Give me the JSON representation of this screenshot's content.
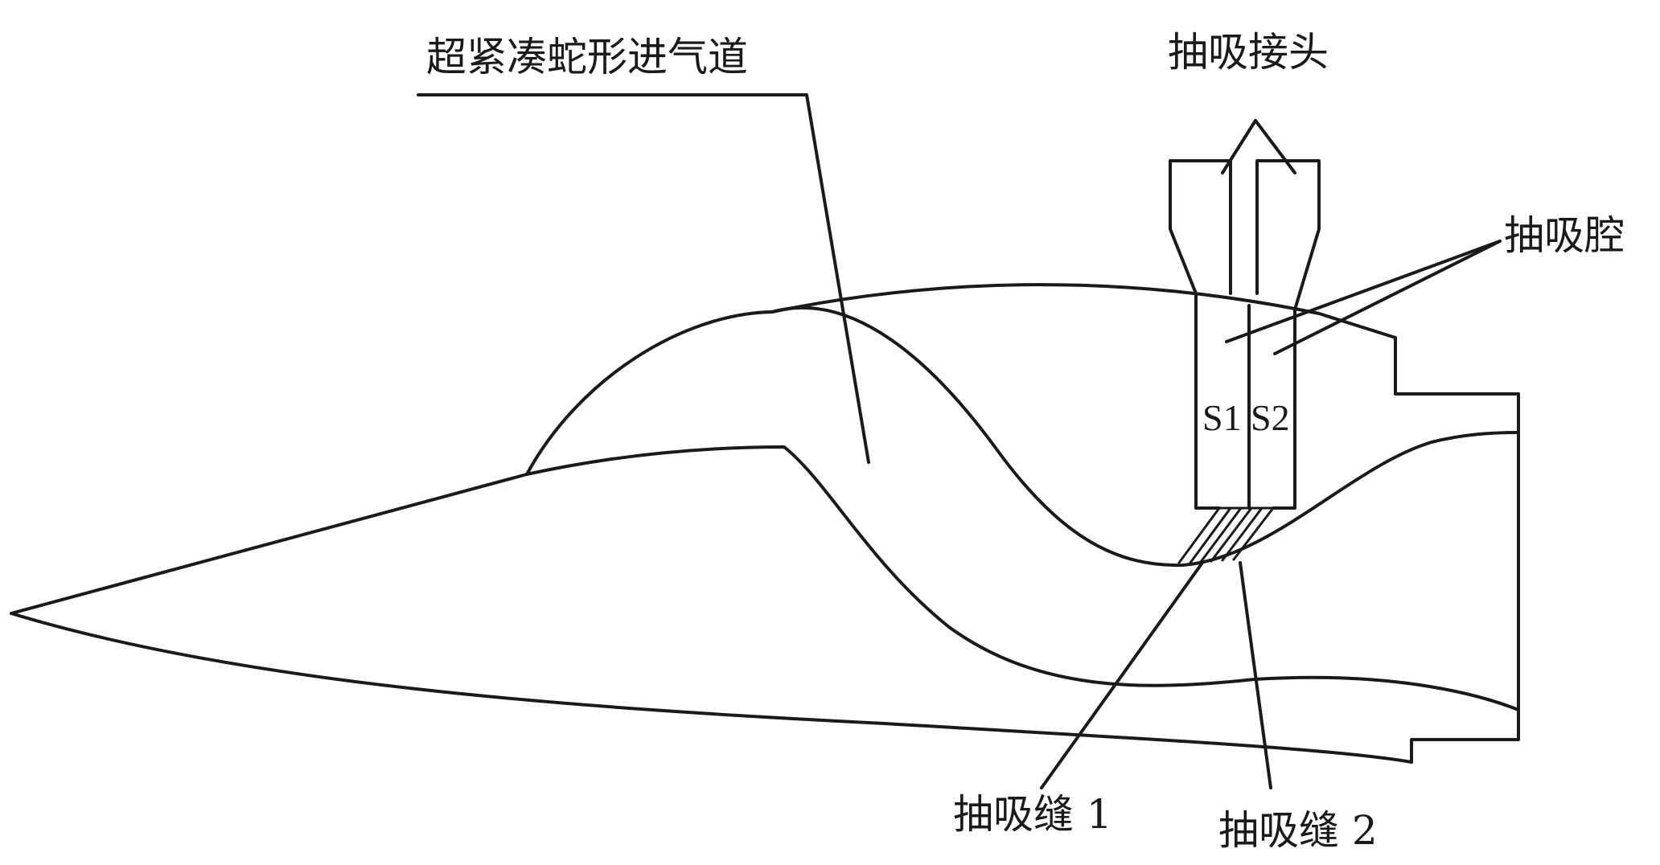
{
  "labels": {
    "inlet": "超紧凑蛇形进气道",
    "suction_connector": "抽吸接头",
    "suction_chamber": "抽吸腔",
    "suction_slot_1": "抽吸缝 1",
    "suction_slot_2": "抽吸缝 2",
    "s1": "S1",
    "s2": "S2"
  }
}
